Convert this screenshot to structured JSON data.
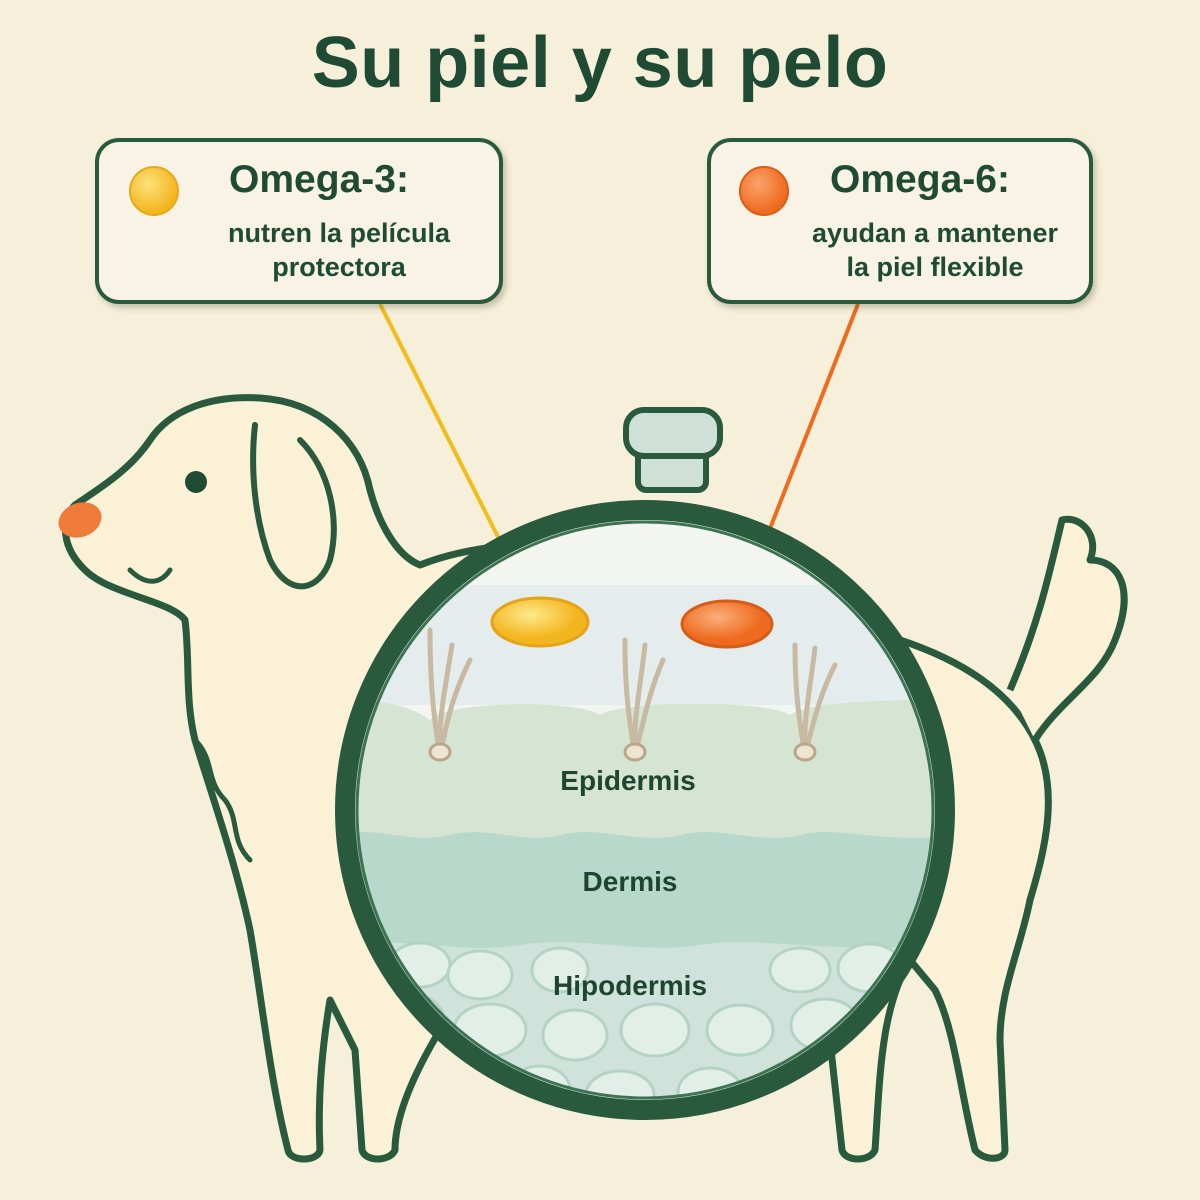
{
  "title": "Su piel y su pelo",
  "callouts": [
    {
      "title": "Omega-3:",
      "desc_line1": "nutren la película",
      "desc_line2": "protectora",
      "color": "#f3b51d"
    },
    {
      "title": "Omega-6:",
      "desc_line1": "ayudan a mantener",
      "desc_line2": "la piel flexible",
      "color": "#ee6a1e"
    }
  ],
  "layers": [
    "Epidermis",
    "Dermis",
    "Hipodermis"
  ],
  "colors": {
    "outline": "#2a5a3d",
    "fur": "#fbf1d6",
    "nose": "#ef7a3a",
    "epidermis": "#d5e4d3",
    "dermis": "#b9d8cc",
    "hypodermis": "#cfe3dc"
  }
}
